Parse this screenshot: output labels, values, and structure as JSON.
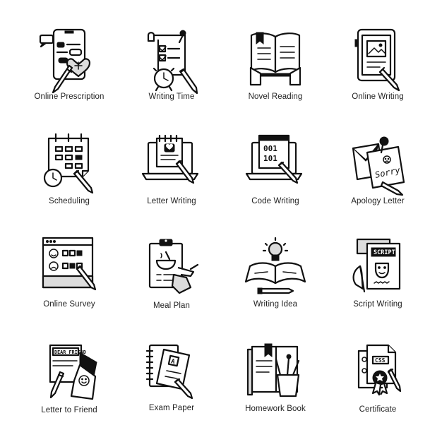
{
  "icons": [
    {
      "label": "Online Prescription",
      "icon": "phone-prescription-icon"
    },
    {
      "label": "Writing Time",
      "icon": "checklist-clock-icon"
    },
    {
      "label": "Novel Reading",
      "icon": "open-book-hands-icon"
    },
    {
      "label": "Online Writing",
      "icon": "tablet-pen-icon"
    },
    {
      "label": "Scheduling",
      "icon": "calendar-clock-icon"
    },
    {
      "label": "Letter Writing",
      "icon": "laptop-letter-icon"
    },
    {
      "label": "Code Writing",
      "icon": "laptop-code-icon"
    },
    {
      "label": "Apology Letter",
      "icon": "apology-note-icon"
    },
    {
      "label": "Online Survey",
      "icon": "browser-survey-icon"
    },
    {
      "label": "Meal Plan",
      "icon": "clipboard-meal-icon"
    },
    {
      "label": "Writing Idea",
      "icon": "book-lightbulb-icon"
    },
    {
      "label": "Script Writing",
      "icon": "script-masks-icon"
    },
    {
      "label": "Letter to Friend",
      "icon": "friend-letter-icon"
    },
    {
      "label": "Exam Paper",
      "icon": "notebook-exam-icon"
    },
    {
      "label": "Homework Book",
      "icon": "book-pencil-cup-icon"
    },
    {
      "label": "Certificate",
      "icon": "css-certificate-icon"
    }
  ],
  "glyphs": {
    "code_line_1": "001",
    "code_line_2": "101",
    "sorry_text": "Sorry",
    "script_text": "SCRIPT",
    "dear_friend_text": "DEAR FRIEND",
    "css_text": "CSS",
    "grade_text": "A"
  }
}
